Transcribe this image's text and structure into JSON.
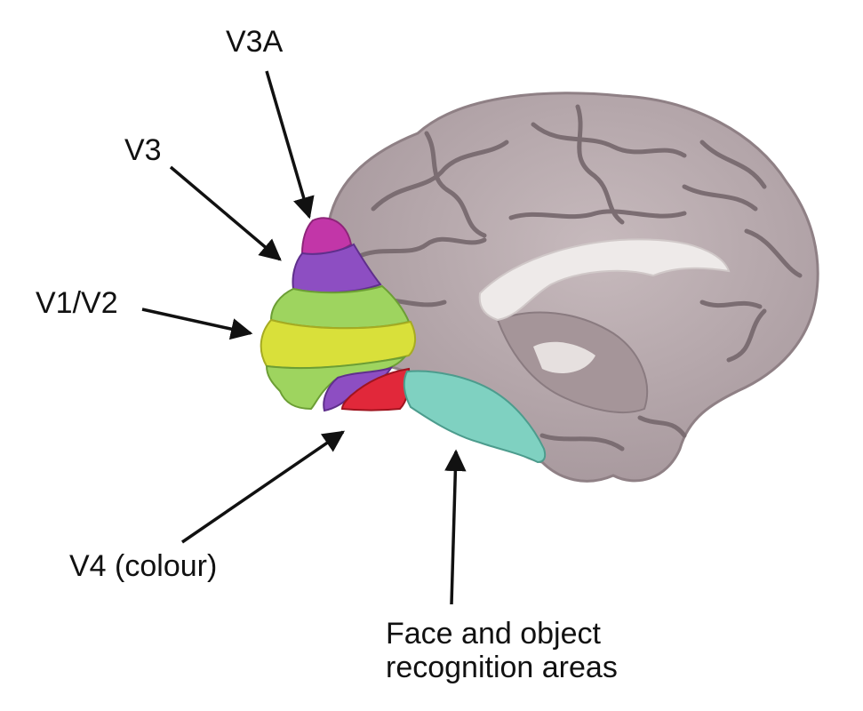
{
  "labels": {
    "v3a": "V3A",
    "v3": "V3",
    "v1v2": "V1/V2",
    "v4": "V4 (colour)",
    "face_line1": "Face and object",
    "face_line2": "recognition areas"
  },
  "colors": {
    "cortex": "#b7a9ad",
    "sulcus": "#7b6d72",
    "white_matter": "#eeeae9",
    "v3a": "#c236a8",
    "v3": "#8d4ec2",
    "v1v2_outer": "#9ed45f",
    "v1v2_core": "#d9e03a",
    "v4": "#e1283a",
    "face_object": "#7fd1c1",
    "arrow": "#111111"
  }
}
